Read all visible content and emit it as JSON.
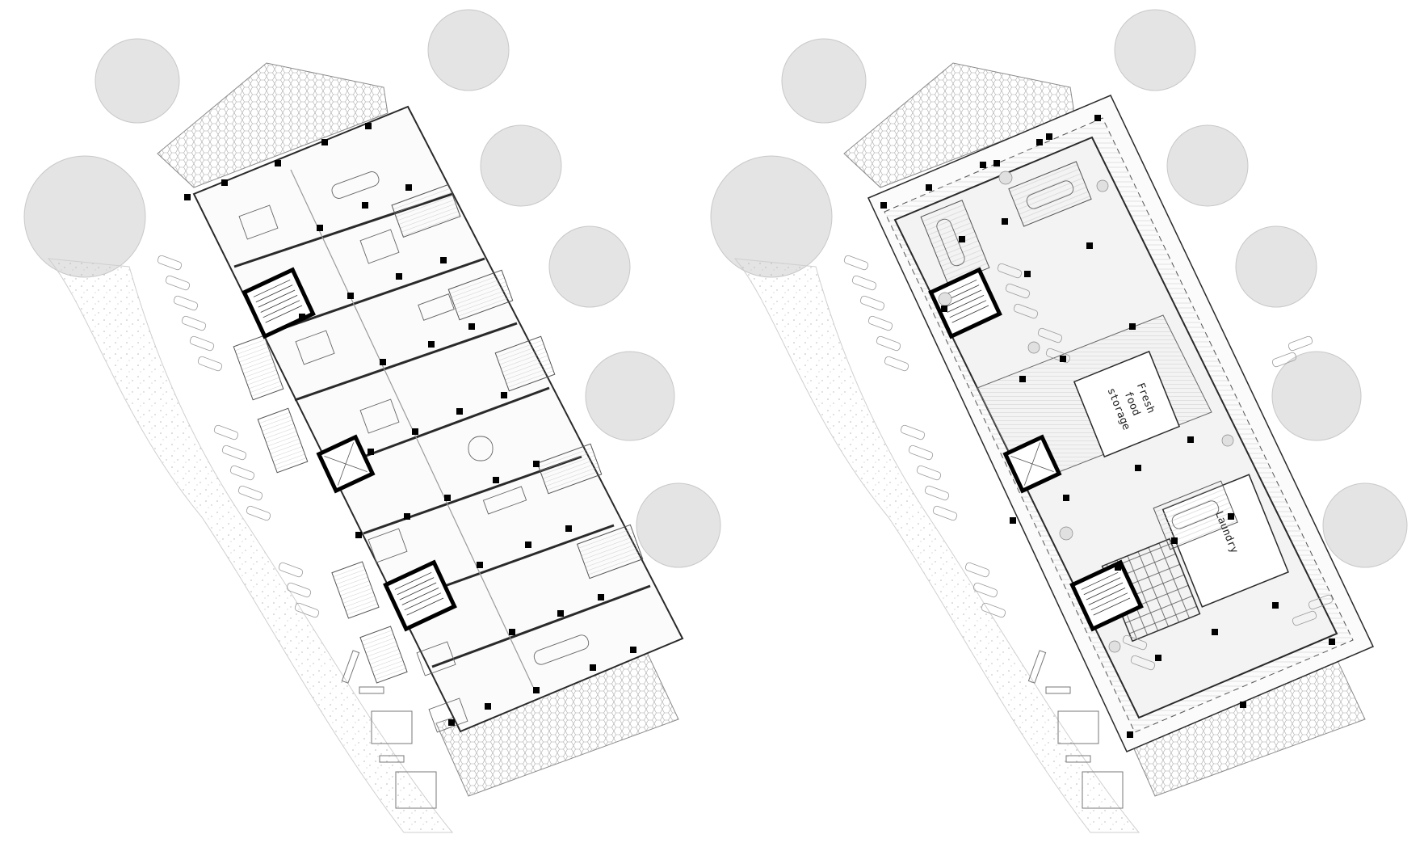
{
  "plans": [
    {
      "id": "typical-floor",
      "labels": []
    },
    {
      "id": "roof-floor",
      "labels": [
        {
          "key": "fresh_food_storage",
          "lines": [
            "Fresh",
            "food",
            "storage"
          ]
        },
        {
          "key": "laundry",
          "lines": [
            "Laundry"
          ]
        }
      ]
    }
  ],
  "colors": {
    "background": "#ffffff",
    "line": "#2a2a2a",
    "light_line": "#9a9a9a",
    "hatch": "#bdbdbd",
    "vegetation": "#d6d6d6",
    "floor_fill": "#f3f3f3",
    "core": "#000000"
  }
}
